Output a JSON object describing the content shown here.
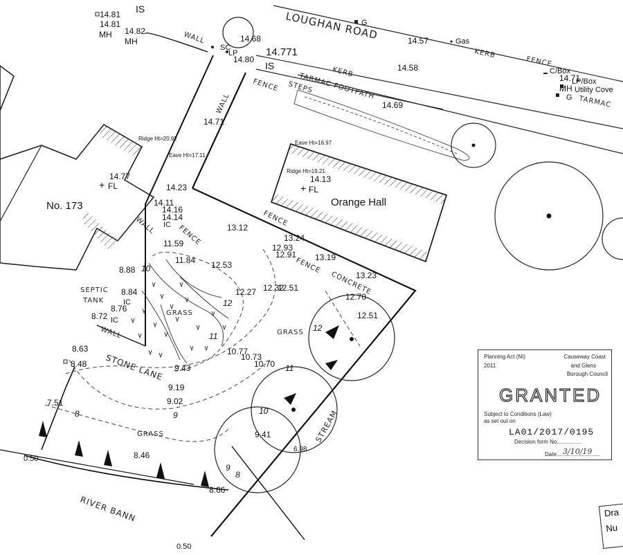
{
  "roads": {
    "road_name": "LOUGHAN ROAD",
    "river_name": "RIVER BANN",
    "stone_lane": "STONE LANE",
    "stream": "STREAM"
  },
  "buildings": {
    "no173": {
      "name": "No. 173",
      "ridge": "Ridge Ht=20.92",
      "eave": "Eave Ht=17.11",
      "floor_level": "14.77",
      "fl": "FL"
    },
    "orange_hall": {
      "name": "Orange Hall",
      "ridge": "Ridge Ht=19.21",
      "eave": "Eave Ht=16.97",
      "floor_level": "14.13",
      "fl": "FL"
    }
  },
  "features": {
    "wall": "WALL",
    "fence": "FENCE",
    "kerb": "KERB",
    "tarmac": "TARMAC",
    "tarmac_footpath": "TARMAC FOOTPATH",
    "steps": "STEPS",
    "concrete": "CONCRETE",
    "grass": "GRASS",
    "septic": "SEPTIC",
    "tank": "TANK",
    "ic": "IC",
    "is": "IS",
    "mh": "MH",
    "sc": "SC",
    "lp": "LP",
    "gas": "Gas",
    "g": "G",
    "cbox": "C/Box",
    "lpbox": "LP/Box",
    "utility_cover": "Utility Cove"
  },
  "levels": {
    "l1481a": "14.81",
    "l1481b": "14.81",
    "l1482": "14.82",
    "l1468": "14.68",
    "l14771": "14.771",
    "l1480": "14.80",
    "l1457": "14.57",
    "l1458": "14.58",
    "l1469": "14.69",
    "l1471": "14.71",
    "l1471r": "14.71",
    "l1423": "14.23",
    "l1411": "14.11",
    "l1416": "14.16",
    "l1414": "14.14",
    "l1312": "13.12",
    "l1324": "13.24",
    "l1293": "12.93",
    "l1291": "12.91",
    "l1319": "13.19",
    "l1323": "13.23",
    "l1159": "11.59",
    "l1184": "11.84",
    "l1253": "12.53",
    "l888": "8.88",
    "l884": "8.84",
    "l876": "8.76",
    "l872": "8.72",
    "l1227": "12.27",
    "l1232": "12.32",
    "l1251": "12.51",
    "l1270": "12.70",
    "l1251b": "12.51",
    "l1077": "10.77",
    "l1073": "10.73",
    "l1070": "10.70",
    "l863": "8.63",
    "l848": "8.48",
    "l943": "9.43",
    "l919": "9.19",
    "l902": "9.02",
    "l751": "7.51",
    "l941": "9.41",
    "l698": "6.98",
    "l846": "8.46",
    "l866": "8.66",
    "l050a": "0.50",
    "l050b": "0.50"
  },
  "contours": {
    "c10a": "10",
    "c12a": "12",
    "c11a": "11",
    "c12b": "12",
    "c11b": "11",
    "c10b": "10",
    "c9a": "9",
    "c8a": "8",
    "c9b": "9",
    "c8b": "8"
  },
  "stamp": {
    "act": "Planning Act (NI)",
    "year": "2011",
    "council_1": "Causeway Coast",
    "council_2": "and Glens",
    "council_3": "Borough Council",
    "status": "GRANTED",
    "conditions_1": "Subject to Conditions (Law)",
    "conditions_2": "as set out on",
    "decision_ref": "LA01/2017/0195",
    "decision_label": "Decision form No................",
    "date_label": "Date............................",
    "date_value": "3/10/19"
  },
  "corner_stamp": {
    "line1": "Dra",
    "line2": "Nu"
  }
}
